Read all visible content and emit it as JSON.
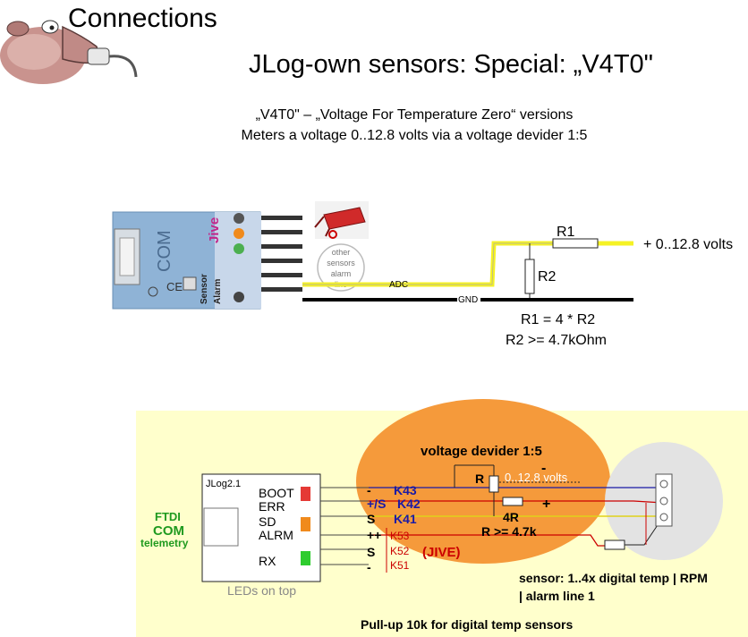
{
  "header": {
    "section": "Connections",
    "title": "JLog-own sensors: Special: „V4T0\"",
    "subtitle_line1": "„V4T0\" – „Voltage For Temperature Zero“ versions",
    "subtitle_line2": "Meters a voltage 0..12.8 volts via a voltage devider 1:5"
  },
  "diagram1": {
    "jive_label": "Jive",
    "com_label": "COM",
    "sensor_label": "Sensor",
    "alarm_label": "Alarm",
    "bubble_line1": "other",
    "bubble_line2": "sensors",
    "bubble_line3": "alarm",
    "bubble_line4": "line",
    "adc": "ADC",
    "gnd": "GND",
    "r1": "R1",
    "r2": "R2",
    "voltage": "+ 0..12.8 volts",
    "formula1": "R1 = 4 * R2",
    "formula2": "R2 >= 4.7kOhm"
  },
  "diagram2": {
    "board": "JLog2.1",
    "boot": "BOOT",
    "err": "ERR",
    "sd": "SD",
    "alrm": "ALRM",
    "rx": "RX",
    "leds": "LEDs on top",
    "ftdi": "FTDI",
    "com": "COM",
    "telemetry": "telemetry",
    "divider_title": "voltage devider 1:5",
    "r": "R",
    "range": "0..12.8 volts",
    "minus": "-",
    "plus": "+",
    "r4": "4R",
    "rmin": "R >= 4.7k",
    "p_minus": "-",
    "p_plus_s": "+/S",
    "p_s1": "S",
    "p_plus2": "++",
    "p_s2": "S",
    "p_minus2": "-",
    "k43": "K43",
    "k42": "K42",
    "k41": "K41",
    "k53": "K53",
    "k52": "K52",
    "k51": "K51",
    "jive": "(JIVE)",
    "sensor_note1": "sensor: 1..4x digital temp | RPM",
    "sensor_note2": "| alarm line 1",
    "pullup": "Pull-up 10k for digital temp sensors"
  }
}
